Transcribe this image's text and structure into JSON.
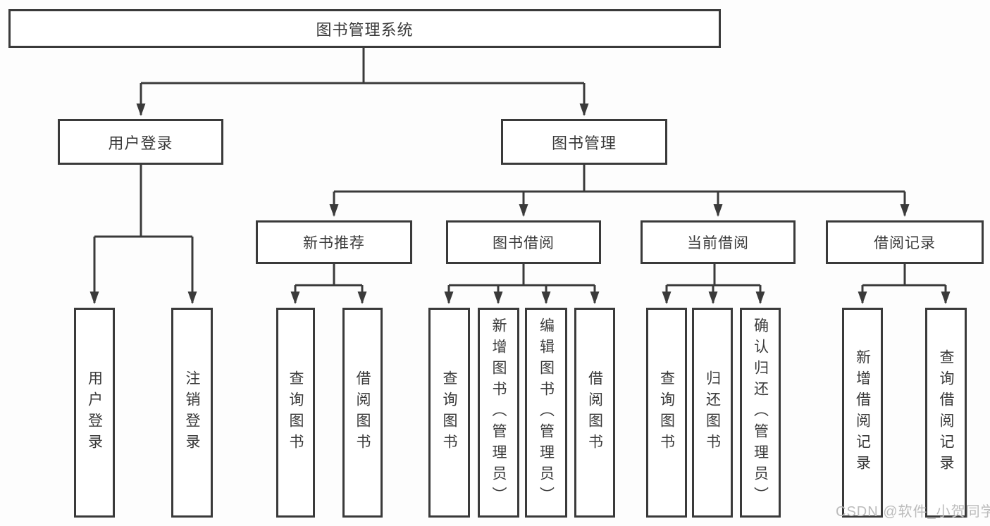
{
  "tree": {
    "root": {
      "label": "图书管理系统"
    },
    "branches": [
      {
        "label": "用户登录",
        "children": [
          {
            "label": "用户登录"
          },
          {
            "label": "注销登录"
          }
        ]
      },
      {
        "label": "图书管理",
        "children": [
          {
            "label": "新书推荐",
            "children": [
              {
                "label": "查询图书"
              },
              {
                "label": "借阅图书"
              }
            ]
          },
          {
            "label": "图书借阅",
            "children": [
              {
                "label": "查询图书"
              },
              {
                "label": "新增图书（管理员）"
              },
              {
                "label": "编辑图书（管理员）"
              },
              {
                "label": "借阅图书"
              }
            ]
          },
          {
            "label": "当前借阅",
            "children": [
              {
                "label": "查询图书"
              },
              {
                "label": "归还图书"
              },
              {
                "label": "确认归还（管理员）"
              }
            ]
          },
          {
            "label": "借阅记录",
            "children": [
              {
                "label": "新增借阅记录"
              },
              {
                "label": "查询借阅记录"
              }
            ]
          }
        ]
      }
    ]
  },
  "watermark": {
    "text": "CSDN @软件_小贺同学"
  },
  "colors": {
    "line": "#3a3a3a",
    "box_background": "#ffffff",
    "page_background": "#fdfdfd",
    "watermark": "#bcbcbc"
  }
}
